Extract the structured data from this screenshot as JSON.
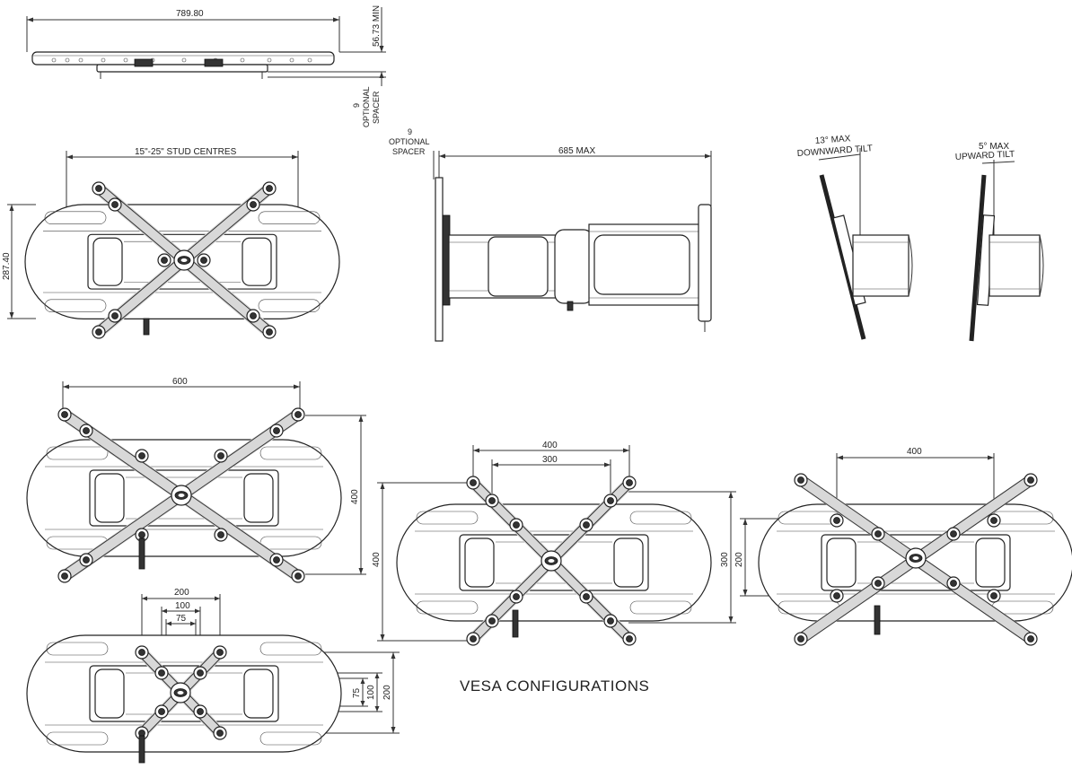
{
  "top_view": {
    "width_label": "789.80",
    "depth_label": "56.73 MIN",
    "spacer_label_line1": "9",
    "spacer_label_line2": "OPTIONAL",
    "spacer_label_line3": "SPACER"
  },
  "front_view": {
    "stud_label": "15\"-25\" STUD CENTRES",
    "height_label": "287.40"
  },
  "side_view": {
    "spacer_label_line1": "9",
    "spacer_label_line2": "OPTIONAL",
    "spacer_label_line3": "SPACER",
    "extension_label": "685 MAX"
  },
  "tilt_down": {
    "line1": "13° MAX",
    "line2": "DOWNWARD TILT"
  },
  "tilt_up": {
    "line1": "5° MAX",
    "line2": "UPWARD TILT"
  },
  "vesa_600x400": {
    "width_label": "600",
    "height_label": "400"
  },
  "vesa_400x400_300x300": {
    "width_outer_label": "400",
    "width_inner_label": "300",
    "height_outer_label": "400",
    "height_inner_label": "300"
  },
  "vesa_400x200": {
    "width_label": "400",
    "height_label": "200"
  },
  "vesa_small": {
    "width_200_label": "200",
    "width_100_label": "100",
    "width_75_label": "75",
    "height_75_label": "75",
    "height_100_label": "100",
    "height_200_label": "200"
  },
  "caption": "VESA CONFIGURATIONS"
}
